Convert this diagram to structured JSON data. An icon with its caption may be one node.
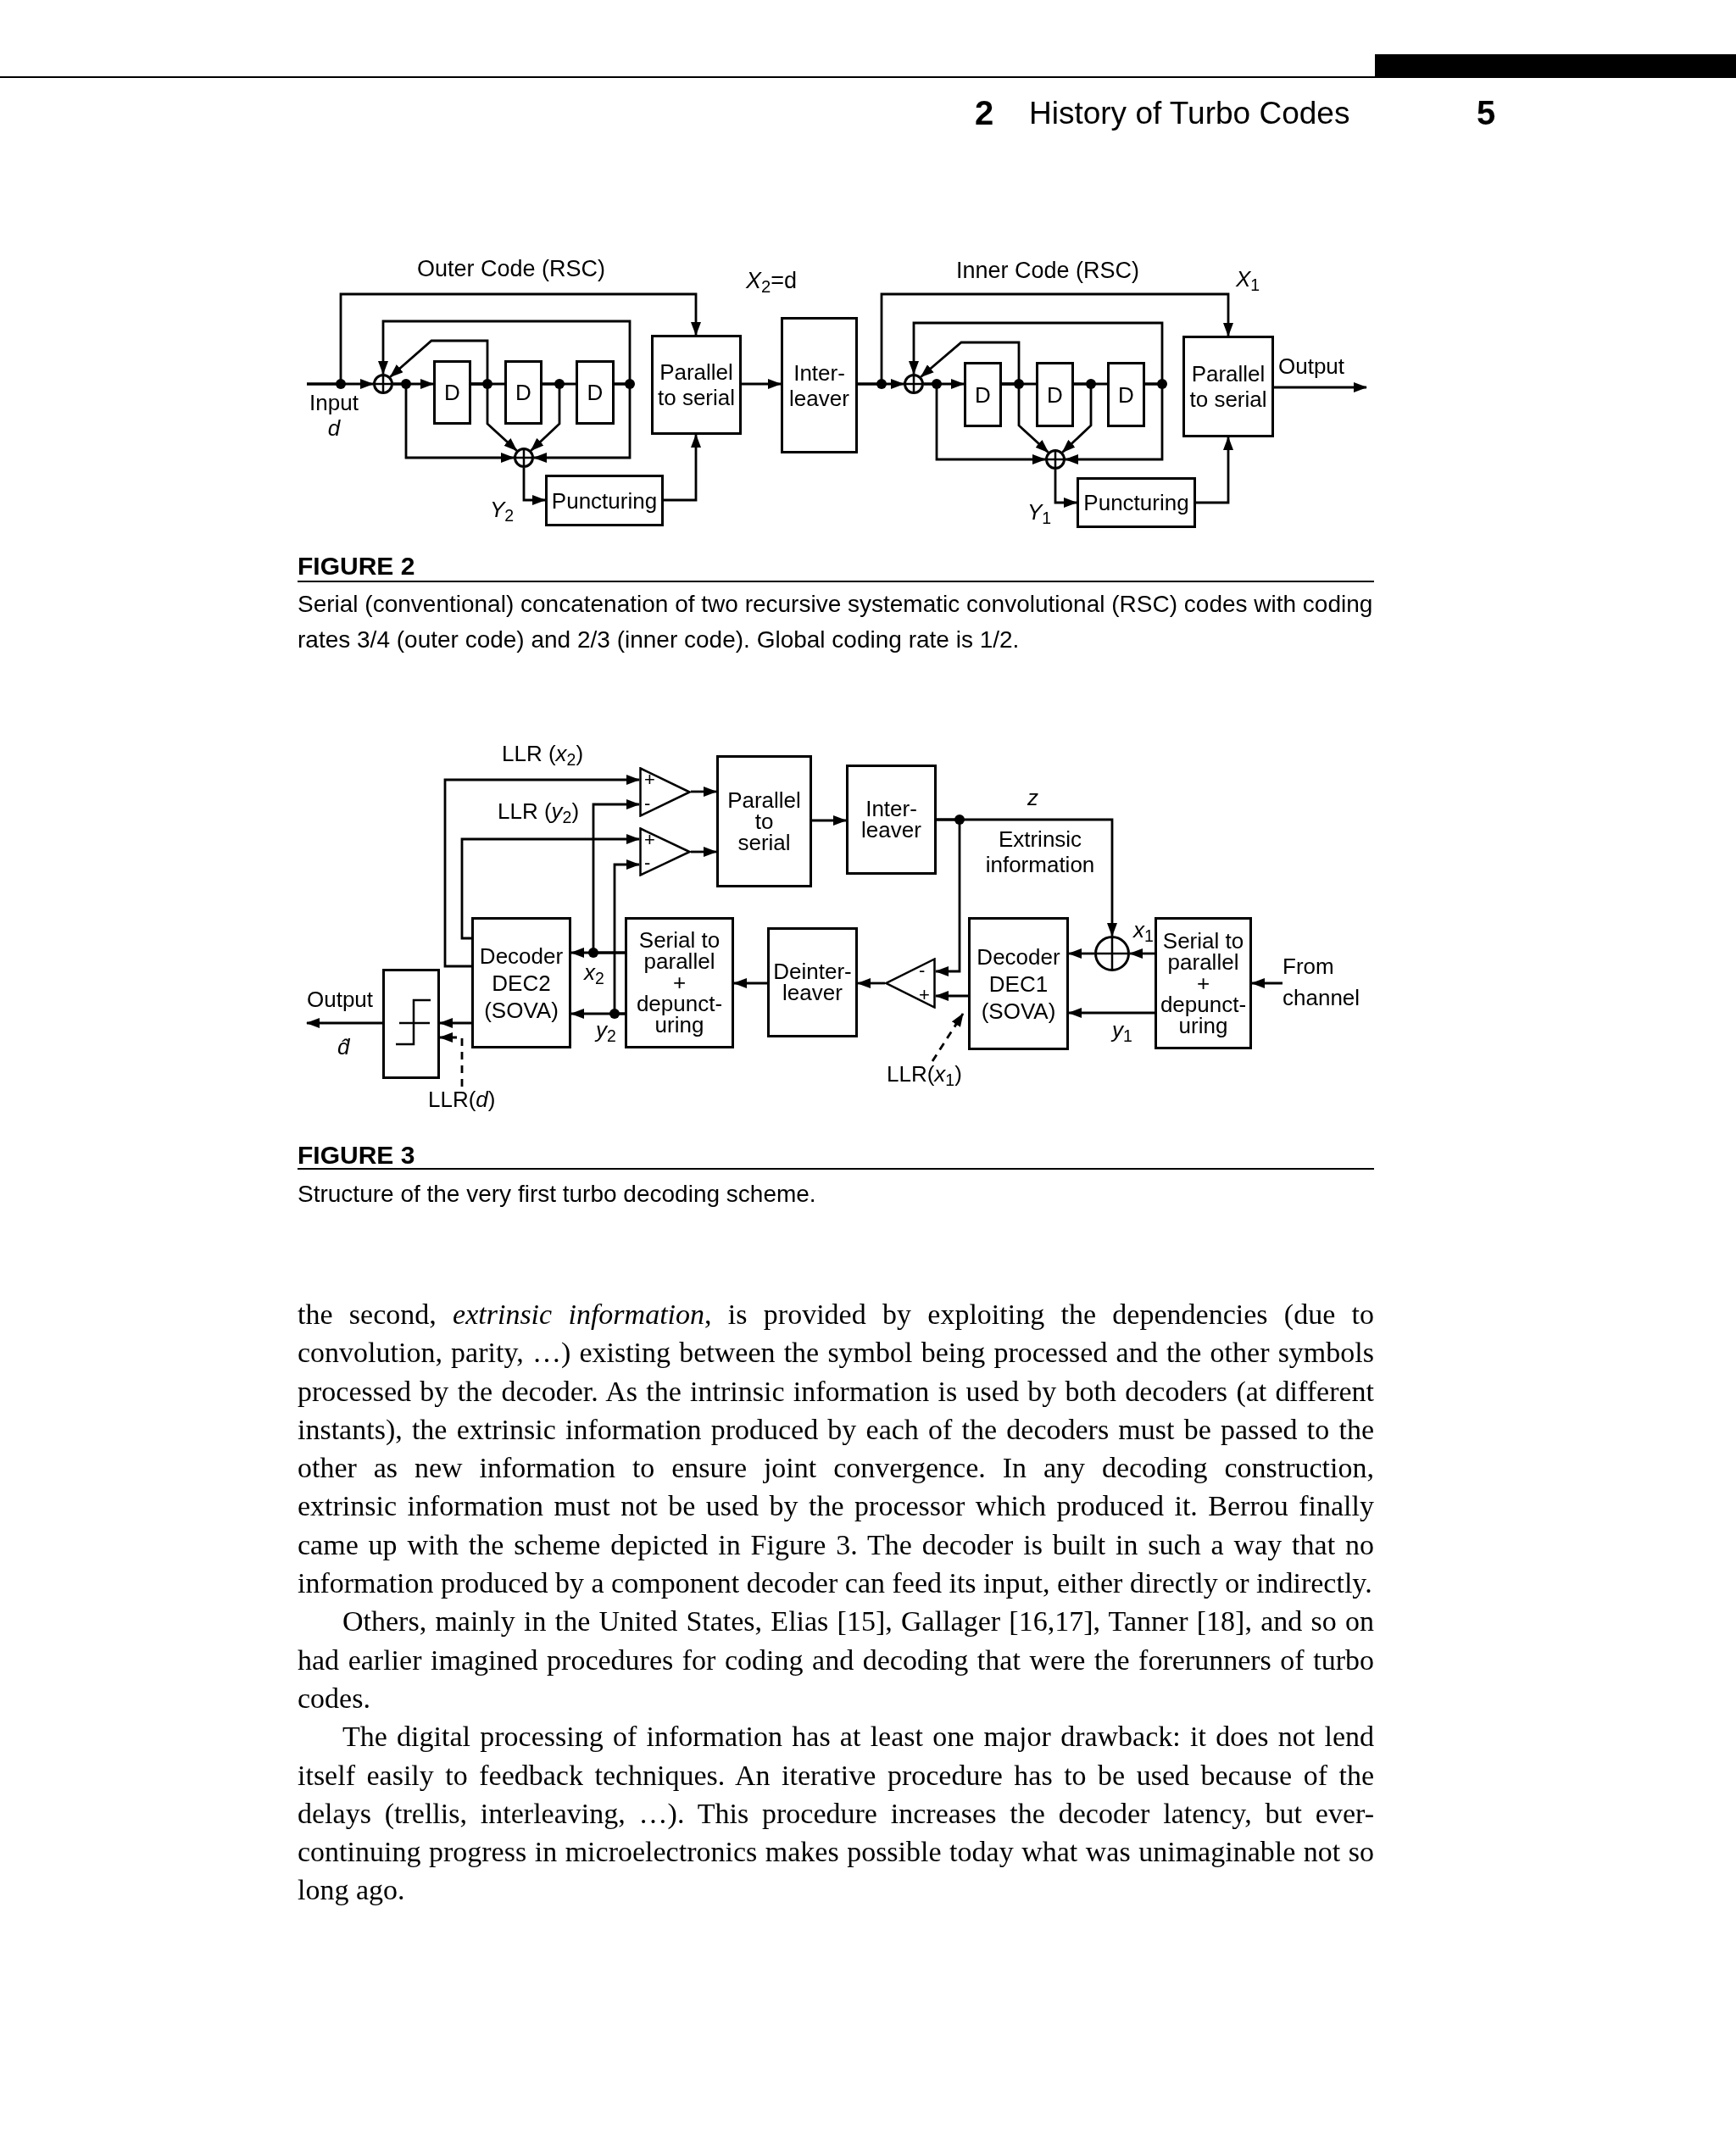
{
  "diagram": {
    "nodes": [
      {
        "text": [
          "Parallel to serial"
        ]
      },
      {
        "text": [
          "Inter- leaver"
        ]
      },
      {
        "text": [],
        "shape": "circle"
      },
      {
        "text": [
          "D"
        ]
      },
      {
        "text": [
          "D"
        ]
      },
      {
        "text": [
          "D"
        ]
      },
      {
        "text": [],
        "shape": "circle"
      },
      {
        "text": [
          "Puncturing"
        ]
      },
      {
        "text": [],
        "shape": "circle"
      },
      {
        "text": [
          "D"
        ]
      },
      {
        "text": [
          "D"
        ]
      },
      {
        "text": [
          "D"
        ]
      },
      {
        "text": [],
        "shape": "circle"
      },
      {
        "text": [
          "Parallel to serial"
        ]
      },
      {
        "text": [
          "Puncturing"
        ]
      },
      {
        "text": [
          "+",
          "-"
        ]
      },
      {
        "text": [
          "+",
          "-"
        ]
      },
      {
        "text": [
          "Parallel to serial"
        ]
      },
      {
        "text": [
          "Inter- leaver"
        ]
      },
      {
        "text": [],
        "shape": "box"
      },
      {
        "text": [
          "Decoder DEC2 (SOVA)"
        ]
      },
      {
        "text": [
          "Serial to parallel + depunct- uring"
        ]
      },
      {
        "text": [
          "Deinter- leaver"
        ]
      },
      {
        "text": [
          "-",
          "+"
        ]
      },
      {
        "text": [
          "Decoder DEC1 (SOVA)"
        ]
      },
      {
        "text": [],
        "shape": "circle"
      },
      {
        "text": [
          "Serial to parallel + depunct- uring"
        ]
      },
      {
        "text": [
          "From channel"
        ]
      },
      {
        "text": [
          "LLR(*d*)"
        ]
      },
      {
        "text": [
          "LLR(*x*$_{1}$)"
        ]
      },
      {
        "text": [
          "Input *d*"
        ]
      },
      {
        "text": [
          "Output"
        ]
      },
      {
        "text": [
          "Output"
        ]
      }
    ],
    "edges": [
      {
        "from": 30,
        "to": 2,
        "arrow": "to"
      },
      {
        "from": 30,
        "to": 0,
        "arrow": "to"
      },
      {
        "from": 2,
        "to": 3,
        "arrow": "to"
      },
      {
        "from": 3,
        "to": 4,
        "arrow": "none"
      },
      {
        "from": 4,
        "to": 5,
        "arrow": "none"
      },
      {
        "from": 3,
        "to": 2,
        "arrow": "to"
      },
      {
        "from": 5,
        "to": 2,
        "arrow": "to"
      },
      {
        "from": 2,
        "to": 6,
        "arrow": "to"
      },
      {
        "from": 3,
        "to": 6,
        "arrow": "to"
      },
      {
        "from": 4,
        "to": 6,
        "arrow": "to"
      },
      {
        "from": 5,
        "to": 6,
        "arrow": "to"
      },
      {
        "from": 6,
        "to": 7,
        "arrow": "to",
        "label": "*Y*$_{2}$"
      },
      {
        "from": 7,
        "to": 0,
        "arrow": "to"
      },
      {
        "from": 0,
        "to": 1,
        "arrow": "to"
      },
      {
        "from": 1,
        "to": 8,
        "arrow": "to"
      },
      {
        "from": 1,
        "to": 13,
        "arrow": "to",
        "label": "*X*$_{1}$"
      },
      {
        "from": 8,
        "to": 9,
        "arrow": "to"
      },
      {
        "from": 9,
        "to": 10,
        "arrow": "none"
      },
      {
        "from": 10,
        "to": 11,
        "arrow": "none"
      },
      {
        "from": 9,
        "to": 8,
        "arrow": "to"
      },
      {
        "from": 11,
        "to": 8,
        "arrow": "to"
      },
      {
        "from": 8,
        "to": 12,
        "arrow": "to"
      },
      {
        "from": 9,
        "to": 12,
        "arrow": "to"
      },
      {
        "from": 10,
        "to": 12,
        "arrow": "to"
      },
      {
        "from": 11,
        "to": 12,
        "arrow": "to"
      },
      {
        "from": 12,
        "to": 14,
        "arrow": "to",
        "label": "*Y*$_{1}$"
      },
      {
        "from": 14,
        "to": 13,
        "arrow": "to"
      },
      {
        "from": 13,
        "to": 31,
        "arrow": "to"
      },
      {
        "from": 20,
        "to": 15,
        "arrow": "to",
        "label": "LLR (*x*$_{2}$)"
      },
      {
        "from": 20,
        "to": 16,
        "arrow": "to",
        "label": "LLR (*y*$_{2}$)"
      },
      {
        "from": 20,
        "to": 19,
        "arrow": "to"
      },
      {
        "from": 19,
        "to": 32,
        "arrow": "to"
      },
      {
        "from": 21,
        "to": 20,
        "arrow": "to",
        "label": "*x*$_{2}$"
      },
      {
        "from": 21,
        "to": 15,
        "arrow": "to"
      },
      {
        "from": 21,
        "to": 20,
        "arrow": "to",
        "label": "*y*$_{2}$"
      },
      {
        "from": 21,
        "to": 16,
        "arrow": "to"
      },
      {
        "from": 15,
        "to": 17,
        "arrow": "to"
      },
      {
        "from": 16,
        "to": 17,
        "arrow": "to"
      },
      {
        "from": 17,
        "to": 18,
        "arrow": "to"
      },
      {
        "from": 18,
        "to": 25,
        "arrow": "to",
        "label": "*z*"
      },
      {
        "from": 18,
        "to": 23,
        "arrow": "to"
      },
      {
        "from": 24,
        "to": 23,
        "arrow": "to"
      },
      {
        "from": 23,
        "to": 22,
        "arrow": "to"
      },
      {
        "from": 22,
        "to": 21,
        "arrow": "to"
      },
      {
        "from": 26,
        "to": 25,
        "arrow": "to",
        "label": "*x*$_{1}$"
      },
      {
        "from": 25,
        "to": 24,
        "arrow": "to"
      },
      {
        "from": 26,
        "to": 24,
        "arrow": "to",
        "label": "*y*$_{1}$"
      },
      {
        "from": 27,
        "to": 26,
        "arrow": "to"
      },
      {
        "from": 28,
        "to": 19,
        "arrow": "to",
        "style": "dashed"
      },
      {
        "from": 29,
        "to": null,
        "arrow": "to",
        "style": "dashed"
      }
    ],
    "labels": [
      "2",
      "History of Turbo Codes",
      "5",
      "Outer Code (RSC)",
      "*X*$_{2}$=d",
      "Inner Code (RSC)",
      "FIGURE 2",
      "Serial (conventional) concatenation of two recursive systematic convolutional (RSC) codes with coding rates 3/4 (outer code) and 2/3 (inner code). Global coding rate is 1/2.",
      "Extrinsic information",
      "*d̂*",
      "FIGURE 3",
      "Structure of the very first turbo decoding scheme.",
      "the second, *extrinsic information*, is provided by exploiting the dependencies (due to convolution, parity, …) existing between the symbol being processed and the other symbols processed by the decoder. As the intrinsic information is used by both decoders (at different instants), the extrinsic information produced by each of the decoders must be passed to the other as new information to ensure joint convergence. In any decoding construction, extrinsic information must not be used by the processor which produced it. Berrou finally came up with the scheme depicted in Figure 3. The decoder is built in such a way that no information produced by a component decoder can feed its input, either directly or indirectly.",
      "Others, mainly in the United States, Elias [15], Gallager [16,17], Tanner [18], and so on had earlier imagined procedures for coding and decoding that were the forerunners of turbo codes.",
      "The digital processing of information has at least one major drawback: it does not lend itself easily to feedback techniques. An iterative procedure has to be used because of the delays (trellis, interleaving, …). This procedure increases the decoder latency, but ever-continuing progress in microelectronics makes possible today what was unimaginable not so long ago."
    ]
  }
}
